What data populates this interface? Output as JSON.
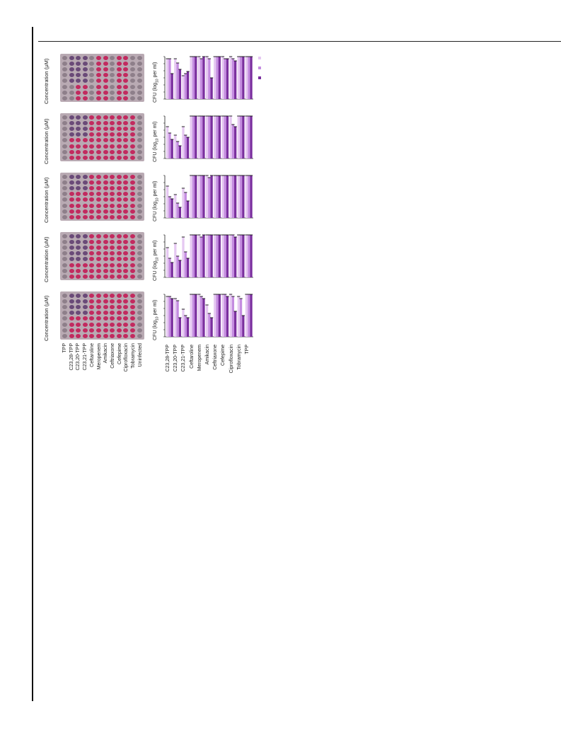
{
  "figure": {
    "row_ylabel": "Concentration (μM)",
    "chart_ylabel_main": "CFU (log",
    "chart_ylabel_sub": "10",
    "chart_ylabel_tail": " per ml)"
  },
  "plate_labels": [
    "TPP",
    "C23,28-TPP",
    "C23,20-TPP",
    "C23,21-TPP",
    "Ceftaroline",
    "Meropenem",
    "Amikacin",
    "Ceftriaxone",
    "Cefepime",
    "Ciprofloxacin",
    "Tobramycin",
    "Uninfected"
  ],
  "chart_categories": [
    "C23,28-TPP",
    "C23,20-TPP",
    "C23,21-TPP",
    "Ceftaroline",
    "Meropenem",
    "Amikacin",
    "Ceftriaxone",
    "Cefepime",
    "Ciprofloxacin",
    "Tobramycin",
    "TPP"
  ],
  "colors": {
    "light": "#e6c9f2",
    "mid": "#c48ce0",
    "dark": "#7a2f9e",
    "well_pink": "#c22a5f",
    "well_purple": "#6a4a78",
    "well_grey": "#8e7f8a"
  },
  "legend": [
    "",
    "",
    ""
  ],
  "chart_data": [
    {
      "type": "bar",
      "categories": [
        "C23,28-TPP",
        "C23,20-TPP",
        "C23,21-TPP",
        "Ceftaroline",
        "Meropenem",
        "Amikacin",
        "Ceftriaxone",
        "Cefepime",
        "Ciprofloxacin",
        "Tobramycin",
        "TPP"
      ],
      "series": [
        {
          "values": [
            0.95,
            0.95,
            0.55,
            1,
            1,
            1,
            1,
            1,
            1,
            1,
            1
          ]
        },
        {
          "values": [
            0.95,
            0.85,
            0.6,
            1,
            0.95,
            0.95,
            1,
            0.95,
            0.95,
            1,
            1
          ]
        },
        {
          "values": [
            0.6,
            0.7,
            0.65,
            1,
            1,
            0.5,
            1,
            0.95,
            0.9,
            1,
            1
          ]
        }
      ],
      "ylim": [
        0,
        1
      ]
    },
    {
      "type": "bar",
      "categories": [
        "C23,28-TPP",
        "C23,20-TPP",
        "C23,21-TPP",
        "Ceftaroline",
        "Meropenem",
        "Amikacin",
        "Ceftriaxone",
        "Cefepime",
        "Ciprofloxacin",
        "Tobramycin",
        "TPP"
      ],
      "series": [
        {
          "values": [
            0.75,
            0.55,
            0.75,
            1,
            1,
            1,
            1,
            1,
            1,
            1,
            1
          ]
        },
        {
          "values": [
            0.6,
            0.4,
            0.55,
            1,
            1,
            1,
            1,
            1,
            0.8,
            1,
            1
          ]
        },
        {
          "values": [
            0.45,
            0.3,
            0.5,
            1,
            1,
            1,
            1,
            1,
            0.75,
            1,
            1
          ]
        }
      ],
      "ylim": [
        0,
        1
      ]
    },
    {
      "type": "bar",
      "categories": [
        "C23,28-TPP",
        "C23,20-TPP",
        "C23,21-TPP",
        "Ceftaroline",
        "Meropenem",
        "Amikacin",
        "Ceftriaxone",
        "Cefepime",
        "Ciprofloxacin",
        "Tobramycin",
        "TPP"
      ],
      "series": [
        {
          "values": [
            0.75,
            0.55,
            0.7,
            1,
            1,
            1,
            1,
            1,
            1,
            1,
            1
          ]
        },
        {
          "values": [
            0.5,
            0.35,
            0.6,
            1,
            1,
            0.95,
            1,
            1,
            1,
            1,
            1
          ]
        },
        {
          "values": [
            0.45,
            0.25,
            0.4,
            1,
            1,
            1,
            1,
            1,
            1,
            1,
            1
          ]
        }
      ],
      "ylim": [
        0,
        1
      ]
    },
    {
      "type": "bar",
      "categories": [
        "C23,28-TPP",
        "C23,20-TPP",
        "C23,21-TPP",
        "Ceftaroline",
        "Meropenem",
        "Amikacin",
        "Ceftriaxone",
        "Cefepime",
        "Ciprofloxacin",
        "Tobramycin",
        "TPP"
      ],
      "series": [
        {
          "values": [
            0.7,
            0.8,
            0.95,
            1,
            1,
            1,
            1,
            1,
            1,
            1,
            1
          ]
        },
        {
          "values": [
            0.45,
            0.5,
            0.6,
            1,
            0.95,
            1,
            1,
            1,
            1,
            1,
            1
          ]
        },
        {
          "values": [
            0.35,
            0.4,
            0.45,
            1,
            1,
            1,
            1,
            1,
            0.95,
            1,
            1
          ]
        }
      ],
      "ylim": [
        0,
        1
      ]
    },
    {
      "type": "bar",
      "categories": [
        "C23,28-TPP",
        "C23,20-TPP",
        "C23,21-TPP",
        "Ceftaroline",
        "Meropenem",
        "Amikacin",
        "Ceftriaxone",
        "Cefepime",
        "Ciprofloxacin",
        "Tobramycin",
        "TPP"
      ],
      "series": [
        {
          "values": [
            0.95,
            0.9,
            0.65,
            1,
            1,
            0.75,
            1,
            1,
            1,
            0.95,
            1
          ]
        },
        {
          "values": [
            0.95,
            0.85,
            0.5,
            1,
            0.95,
            0.55,
            1,
            1,
            0.95,
            0.9,
            1
          ]
        },
        {
          "values": [
            0.9,
            0.45,
            0.45,
            1,
            0.9,
            0.45,
            1,
            0.95,
            0.6,
            0.5,
            1
          ]
        }
      ],
      "ylim": [
        0,
        1
      ]
    }
  ]
}
